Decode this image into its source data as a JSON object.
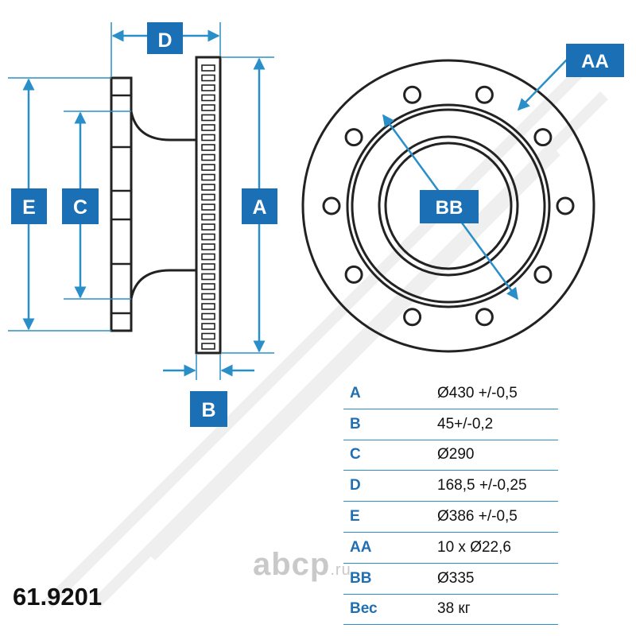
{
  "labels": {
    "a": "A",
    "b": "B",
    "c": "C",
    "d": "D",
    "e": "E",
    "aa": "AA",
    "bb": "BB"
  },
  "specs": [
    {
      "key": "A",
      "value": "Ø430 +/-0,5"
    },
    {
      "key": "B",
      "value": "45+/-0,2"
    },
    {
      "key": "C",
      "value": "Ø290"
    },
    {
      "key": "D",
      "value": "168,5 +/-0,25"
    },
    {
      "key": "E",
      "value": "Ø386 +/-0,5"
    },
    {
      "key": "AA",
      "value": "10 x Ø22,6"
    },
    {
      "key": "BB",
      "value": "Ø335"
    },
    {
      "key": "Вес",
      "value": "38 кг"
    }
  ],
  "part_number": "61.9201",
  "watermark": {
    "main": "abcp",
    "suffix": ".ru"
  },
  "colors": {
    "accent": "#1f6fb2",
    "label_box": "#1b6fb5",
    "dimension_line": "#2a8fc8",
    "outline": "#222222"
  }
}
